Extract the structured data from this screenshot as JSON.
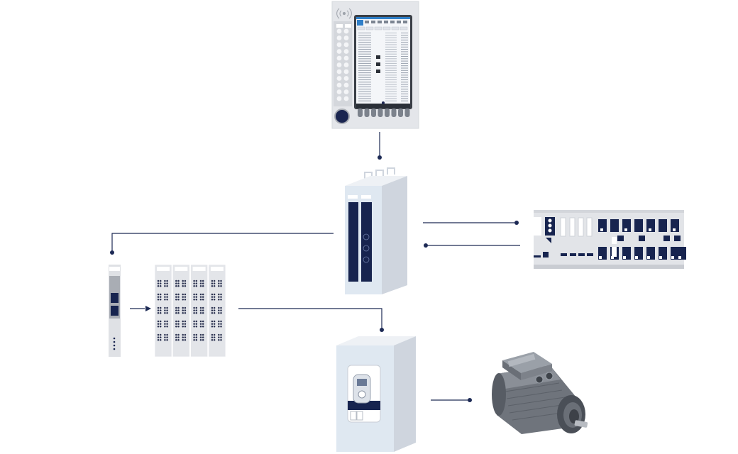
{
  "diagram": {
    "type": "system-architecture",
    "nodes": [
      {
        "id": "hmi-panel",
        "kind": "operator-panel"
      },
      {
        "id": "control-cabinet",
        "kind": "control-cabinet"
      },
      {
        "id": "io-bus-coupler",
        "kind": "bus-coupler"
      },
      {
        "id": "io-modules",
        "kind": "io-module-rack",
        "count": 4
      },
      {
        "id": "drive-cabinet",
        "kind": "drive-cabinet"
      },
      {
        "id": "servo-motor",
        "kind": "servo-motor"
      },
      {
        "id": "remote-io-rack",
        "kind": "distributed-io-rack"
      }
    ],
    "edges": [
      {
        "from": "hmi-panel",
        "to": "control-cabinet"
      },
      {
        "from": "control-cabinet",
        "to": "io-bus-coupler"
      },
      {
        "from": "io-bus-coupler",
        "to": "io-modules"
      },
      {
        "from": "io-modules",
        "to": "drive-cabinet"
      },
      {
        "from": "drive-cabinet",
        "to": "servo-motor"
      },
      {
        "from": "control-cabinet",
        "to": "remote-io-rack"
      },
      {
        "from": "remote-io-rack",
        "to": "control-cabinet"
      }
    ],
    "colors": {
      "navy": "#17244f",
      "line": "#1d2a55",
      "light_gray": "#e2e4e8",
      "mid_gray": "#c9ccd2",
      "cabinet_front": "#dfe8f1",
      "cabinet_side": "#cfd5de",
      "screen_blue": "#2f7fc8"
    },
    "hmi_icon": "wireless-signal-icon",
    "hmi_softkeys": 8
  }
}
